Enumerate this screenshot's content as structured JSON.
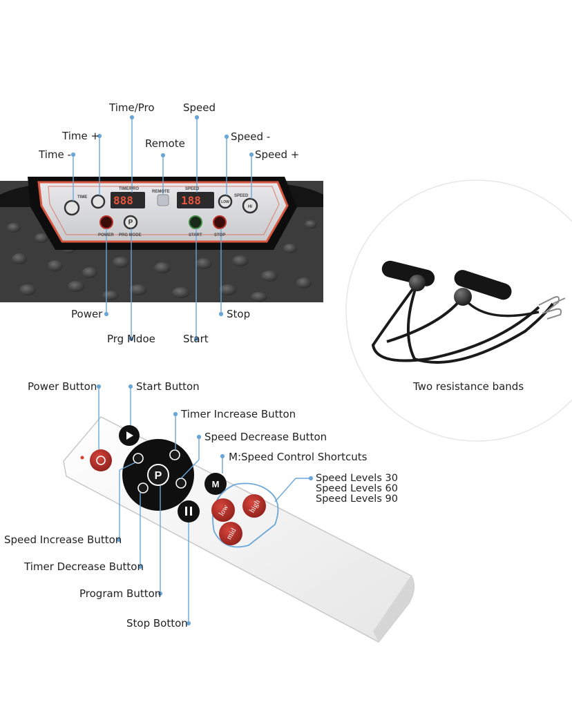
{
  "colors": {
    "accent_line": "#6aa6d8",
    "panel_red": "#d9573f",
    "button_red": "#b8322a",
    "platform": "#3a3a3a"
  },
  "device": {
    "callouts": {
      "time_pro": "Time/Pro",
      "speed": "Speed",
      "time_plus": "Time +",
      "remote": "Remote",
      "speed_minus": "Speed -",
      "time_minus": "Time -",
      "speed_plus": "Speed +",
      "power": "Power",
      "stop": "Stop",
      "prg_mode": "Prg Mdoe",
      "start": "Start"
    },
    "panel_text": {
      "time": "TIME",
      "time_pro": "TIME/PRO",
      "remote": "REMOTE",
      "speed_display": "SPEED",
      "speed": "SPEED",
      "power": "POWER",
      "prg_mode": "PRG MODE",
      "start": "START",
      "stop": "STOP",
      "display_left": "888",
      "display_right": "188",
      "p_glyph": "P",
      "low_glyph": "LOW",
      "hi_glyph": "HI"
    }
  },
  "bands": {
    "caption": "Two resistance bands"
  },
  "remote": {
    "callouts": {
      "power_button": "Power Button",
      "start_button": "Start Button",
      "timer_increase": "Timer Increase Button",
      "speed_decrease": "Speed Decrease Button",
      "m_shortcuts": "M:Speed Control Shortcuts",
      "speed_levels": [
        "Speed Levels 30",
        "Speed Levels 60",
        "Speed Levels 90"
      ],
      "speed_increase": "Speed Increase Button",
      "timer_decrease": "Timer Decrease Button",
      "program_button": "Program Button",
      "stop_button": "Stop Botton"
    },
    "buttons": {
      "m": "M",
      "p": "P",
      "low": "low",
      "high": "high",
      "mid": "mid"
    }
  }
}
